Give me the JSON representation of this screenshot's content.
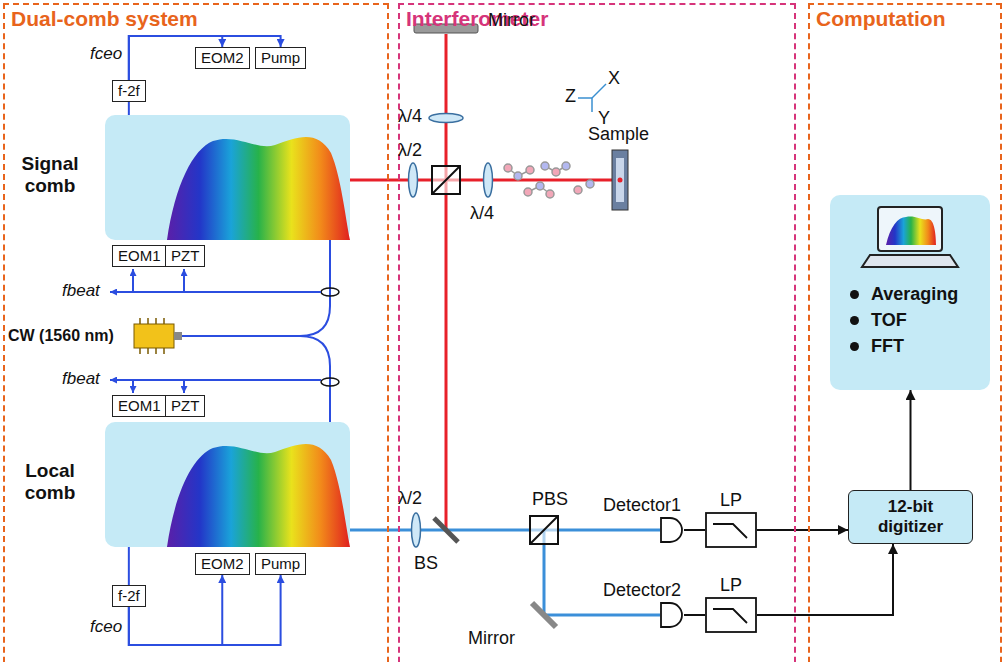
{
  "diagram": {
    "nodes": [
      {
        "text": [
          "Dual-comb system"
        ]
      },
      {
        "text": [
          "Signal comb"
        ],
        "in": 0
      },
      {
        "text": [
          "f-2f"
        ],
        "in": 0
      },
      {
        "text": [
          "EOM2"
        ],
        "in": 0
      },
      {
        "text": [
          "Pump"
        ],
        "in": 0
      },
      {
        "text": [
          "EOM1"
        ],
        "in": 0
      },
      {
        "text": [
          "PZT"
        ],
        "in": 0
      },
      {
        "text": [
          "Local comb"
        ],
        "in": 0
      },
      {
        "text": [
          "EOM1"
        ],
        "in": 0
      },
      {
        "text": [
          "PZT"
        ],
        "in": 0
      },
      {
        "text": [
          "f-2f"
        ],
        "in": 0
      },
      {
        "text": [
          "EOM2"
        ],
        "in": 0
      },
      {
        "text": [
          "Pump"
        ],
        "in": 0
      },
      {
        "text": [
          "Interferometer"
        ]
      },
      {
        "text": [
          "Detector1"
        ],
        "in": 13
      },
      {
        "text": [
          "LP"
        ],
        "in": 13
      },
      {
        "text": [
          "Detector2"
        ],
        "in": 13
      },
      {
        "text": [
          "LP"
        ],
        "in": 13
      },
      {
        "text": [
          "Computation"
        ]
      },
      {
        "text": [
          "Averaging",
          "TOF",
          "FFT"
        ],
        "in": 18
      },
      {
        "text": [
          "12-bit digitizer"
        ],
        "in": 18
      }
    ],
    "edges": [
      {
        "from": 1,
        "to": 2,
        "arrow": "none"
      },
      {
        "from": 2,
        "to": 3,
        "arrow": "to"
      },
      {
        "from": 2,
        "to": 4,
        "arrow": "to"
      },
      {
        "from": 7,
        "to": 10,
        "arrow": "none"
      },
      {
        "from": 10,
        "to": 11,
        "arrow": "to"
      },
      {
        "from": 10,
        "to": 12,
        "arrow": "to"
      },
      {
        "from": 14,
        "to": 15,
        "arrow": "none"
      },
      {
        "from": 16,
        "to": 17,
        "arrow": "none"
      },
      {
        "from": 15,
        "to": 20,
        "arrow": "to"
      },
      {
        "from": 17,
        "to": 20,
        "arrow": "to"
      },
      {
        "from": 20,
        "to": 19,
        "arrow": "to"
      }
    ],
    "labels": [
      "fceo",
      "fbeat",
      "CW (1560 nm)",
      "fbeat",
      "fceo",
      "Mirror",
      "λ/4",
      "λ/2",
      "λ/4",
      "Sample",
      "X",
      "Z",
      "Y",
      "λ/2",
      "BS",
      "PBS",
      "Mirror"
    ]
  }
}
